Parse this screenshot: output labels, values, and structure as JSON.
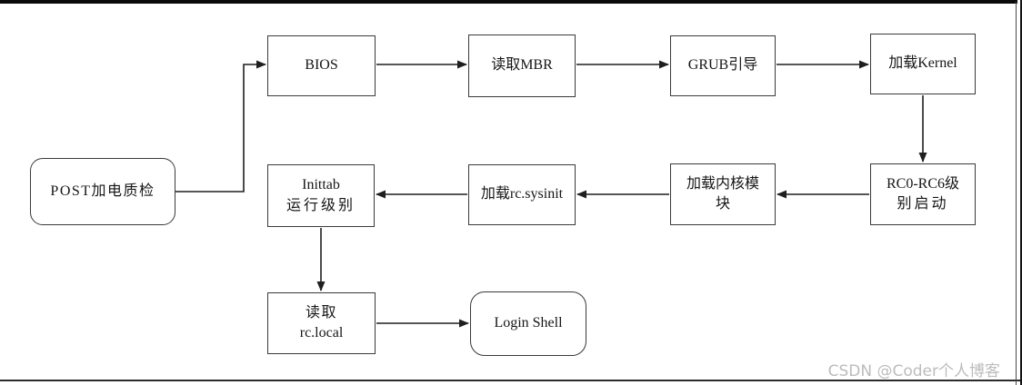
{
  "diagram": {
    "nodes": {
      "post": {
        "label": "POST加电质检"
      },
      "bios": {
        "label": "BIOS"
      },
      "read_mbr": {
        "label": "读取MBR"
      },
      "grub": {
        "label": "GRUB引导"
      },
      "load_kernel": {
        "label": "加载Kernel"
      },
      "rc_levels": {
        "line1": "RC0-RC6级",
        "line2": "别启动"
      },
      "kernel_modules": {
        "line1": "加载内核模",
        "line2": "块"
      },
      "rc_sysinit": {
        "label": "加载rc.sysinit"
      },
      "inittab": {
        "line1": "Inittab",
        "line2": "运行级别"
      },
      "rc_local": {
        "line1": "读取",
        "line2": "rc.local"
      },
      "login_shell": {
        "label": "Login Shell"
      }
    },
    "edges": [
      {
        "from": "post",
        "to": "bios"
      },
      {
        "from": "bios",
        "to": "read_mbr"
      },
      {
        "from": "read_mbr",
        "to": "grub"
      },
      {
        "from": "grub",
        "to": "load_kernel"
      },
      {
        "from": "load_kernel",
        "to": "rc_levels"
      },
      {
        "from": "rc_levels",
        "to": "kernel_modules"
      },
      {
        "from": "kernel_modules",
        "to": "rc_sysinit"
      },
      {
        "from": "rc_sysinit",
        "to": "inittab"
      },
      {
        "from": "inittab",
        "to": "rc_local"
      },
      {
        "from": "rc_local",
        "to": "login_shell"
      }
    ]
  },
  "watermark": {
    "text": "CSDN @Coder个人博客"
  },
  "colors": {
    "line": "#1f1f1f",
    "box_border": "#3a3a3a",
    "watermark": "#bcbcbc",
    "frame": "#0b0b0b"
  }
}
